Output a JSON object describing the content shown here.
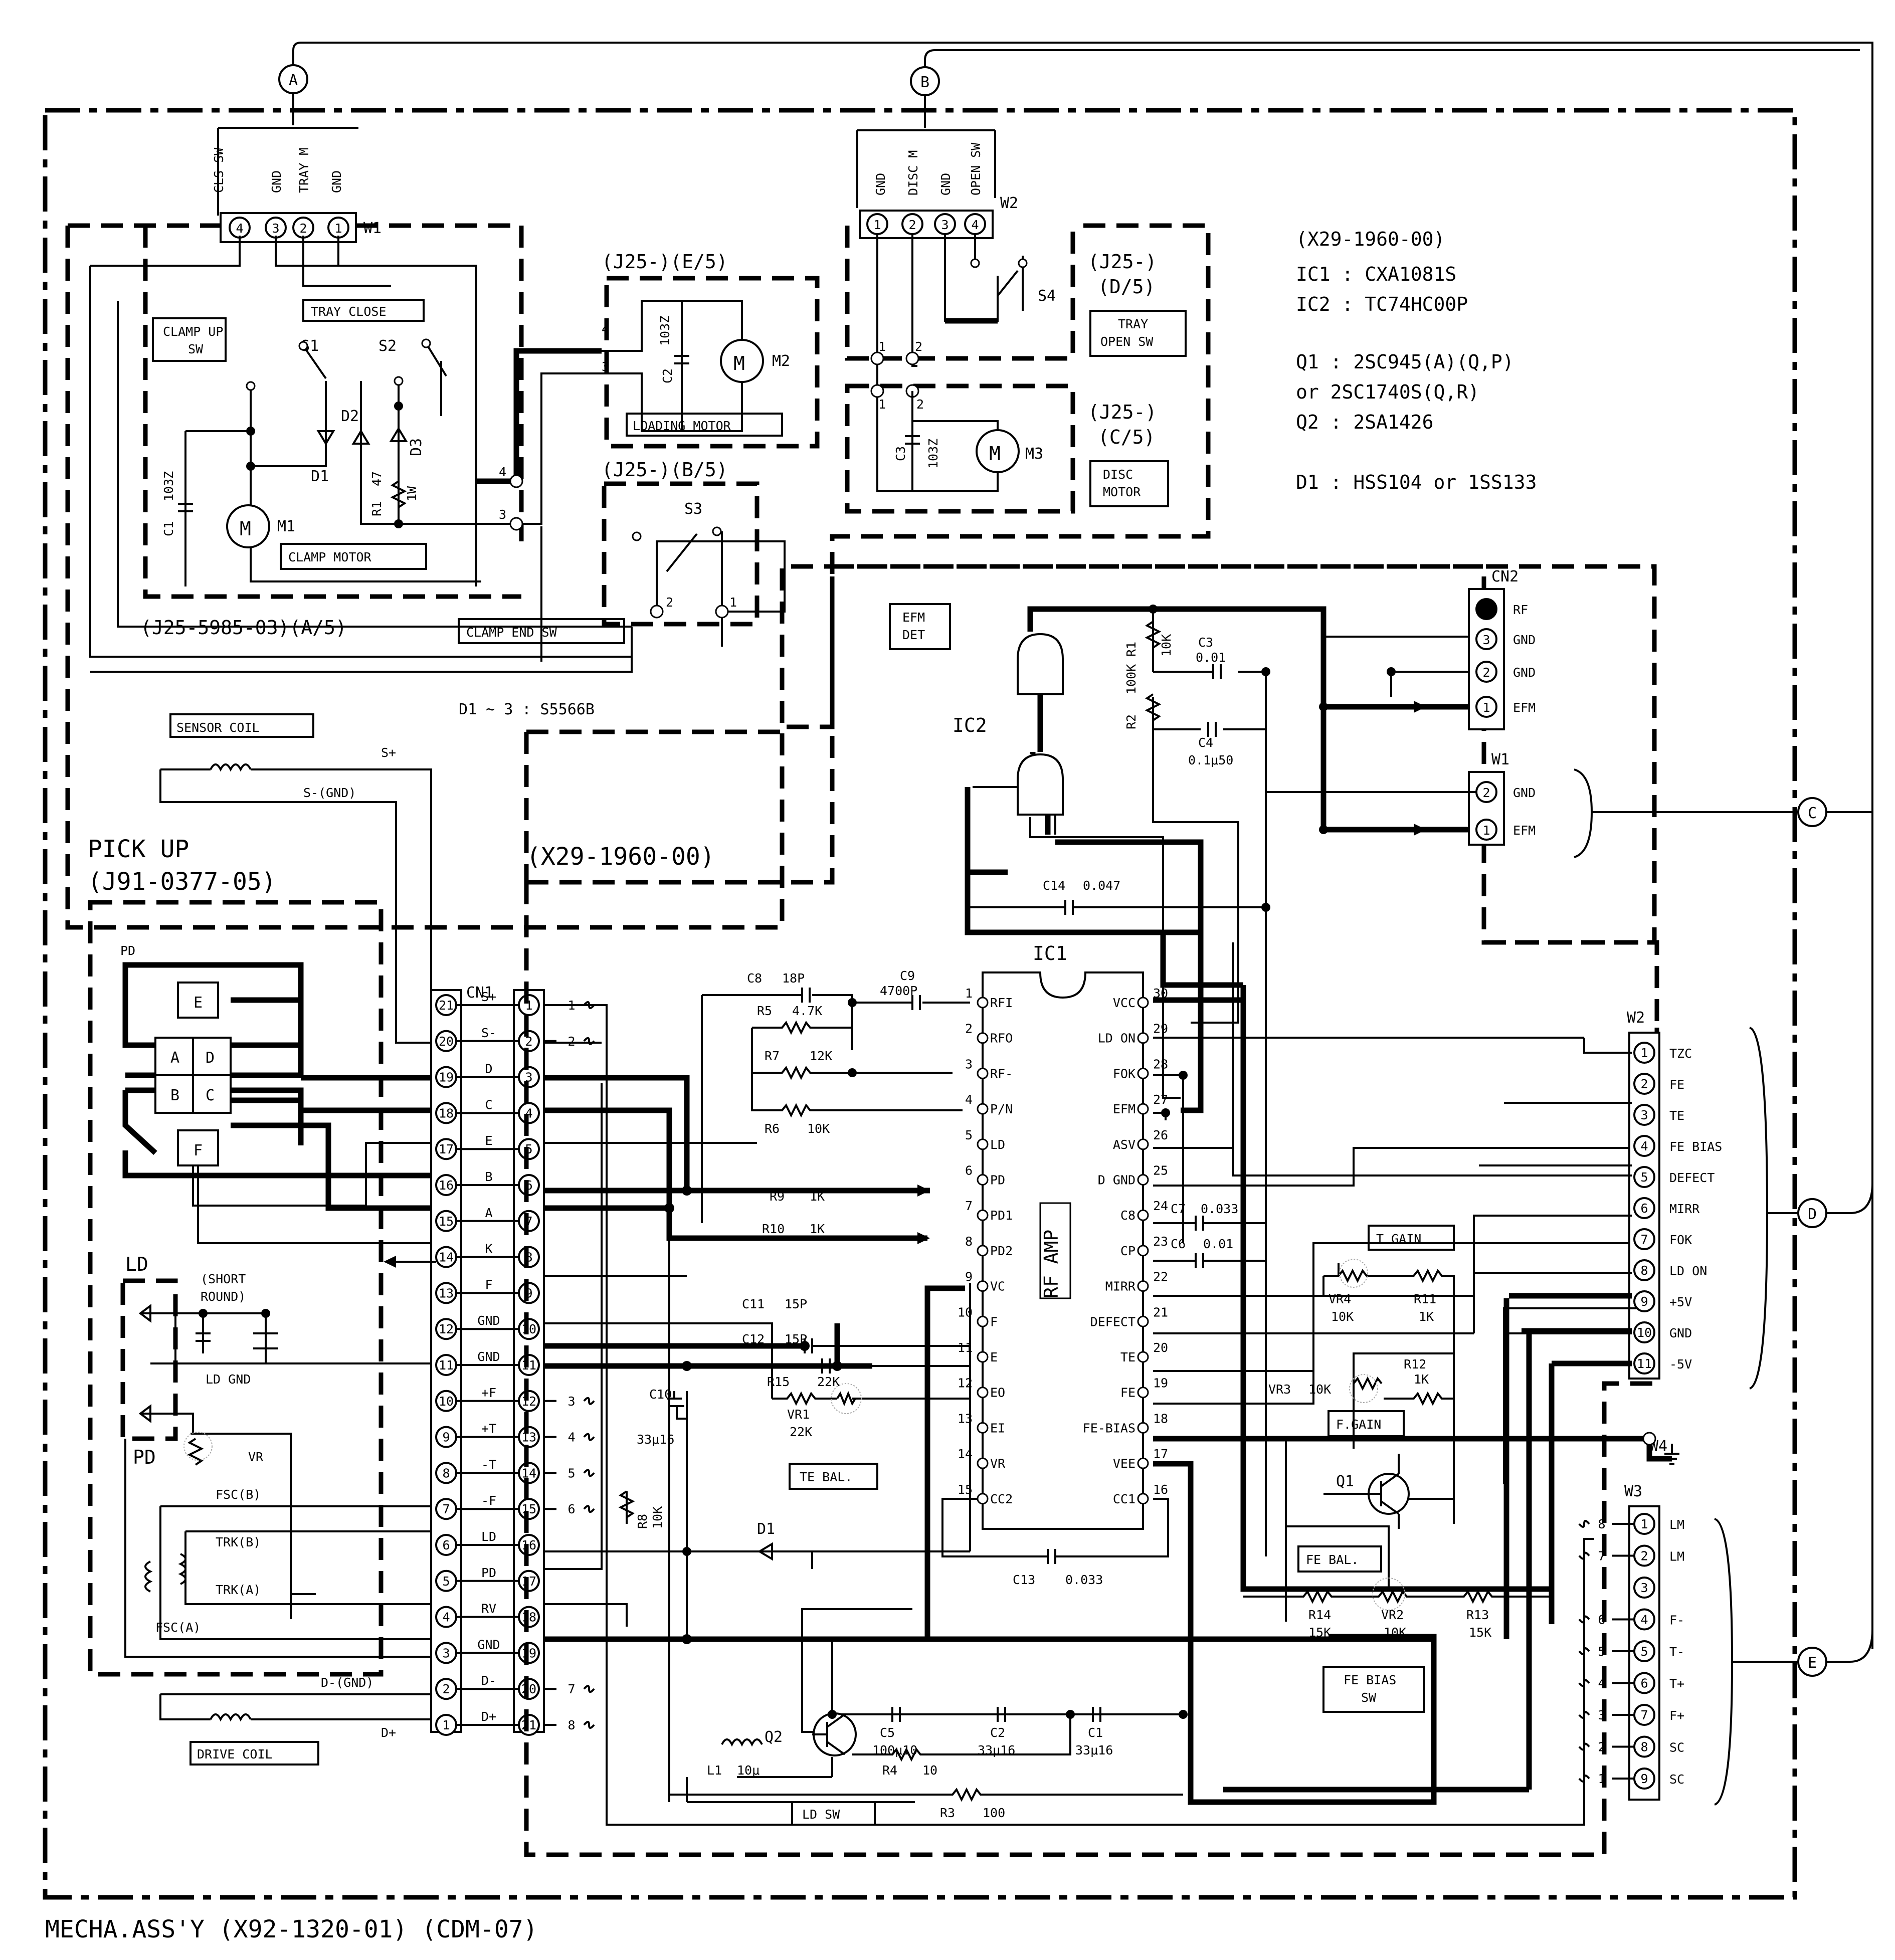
{
  "footer": {
    "assembly": "MECHA.ASS'Y (X92-1320-01) (CDM-07)"
  },
  "connectors_offpage": [
    "A",
    "B",
    "C",
    "D",
    "E"
  ],
  "top_left": {
    "w1_header": [
      "CLS SW",
      "GND",
      "TRAY M",
      "GND"
    ],
    "w1_pins": [
      "4",
      "3",
      "2",
      "1"
    ],
    "w1_name": "W1",
    "clamp_up": [
      "CLAMP UP",
      "SW"
    ],
    "tray_close": "TRAY CLOSE",
    "s1": "S1",
    "s2": "S2",
    "s3": "S3",
    "d1": "D1",
    "d2": "D2",
    "d3": "D3",
    "c1": "C1",
    "c1v": "103Z",
    "m1": "M1",
    "r1": "R1",
    "r1v": "47",
    "r1w": "1W",
    "clamp_motor": "CLAMP MOTOR",
    "clamp_part": "(J25-5985-03)(A/5)",
    "clamp_end": "CLAMP END SW",
    "node4": "4",
    "node3": "3",
    "loading_part": "(J25-)(E/5)",
    "c2": "C2",
    "c2v": "103Z",
    "m2": "M2",
    "loading_motor": "LOADING MOTOR",
    "s3_part": "(J25-)(B/5)",
    "s3_n2": "2",
    "s3_n1": "1",
    "diode_note": "D1 ~ 3 : S5566B"
  },
  "top_mid": {
    "w2_header": [
      "GND",
      "DISC M",
      "GND",
      "OPEN SW"
    ],
    "w2_pins": [
      "1",
      "2",
      "3",
      "4"
    ],
    "w2_name": "W2",
    "s4": "S4",
    "tray_open_part": "(J25-)",
    "tray_open_part2": "(D/5)",
    "tray_open": [
      "TRAY",
      "OPEN SW"
    ],
    "disc_part": "(J25-)",
    "disc_part2": "(C/5)",
    "c3": "C3",
    "c3v": "103Z",
    "m3": "M3",
    "disc_motor": [
      "DISC",
      "MOTOR"
    ],
    "n1": "1",
    "n2": "2",
    "n3": "1",
    "n4": "2"
  },
  "parts_list": [
    "(X29-1960-00)",
    "IC1 : CXA1081S",
    "IC2 : TC74HC00P",
    "Q1  : 2SC945(A)(Q,P)",
    "  or 2SC1740S(Q,R)",
    "Q2  : 2SA1426",
    "D1  : HSS104 or 1SS133"
  ],
  "efm": {
    "efm_det": [
      "EFM",
      "DET"
    ],
    "ic2": "IC2",
    "r1": "R1",
    "r1v": "10K",
    "r2": "R2",
    "r2v": "100K",
    "c3": "C3",
    "c3v": "0.01",
    "c4": "C4",
    "c4v": "0.1μ50",
    "cn2": "CN2",
    "cn2_pins": [
      {
        "n": "",
        "l": "RF"
      },
      {
        "n": "3",
        "l": "GND"
      },
      {
        "n": "2",
        "l": "GND"
      },
      {
        "n": "1",
        "l": "EFM"
      }
    ],
    "w1": "W1",
    "w1_pins": [
      {
        "n": "2",
        "l": "GND"
      },
      {
        "n": "1",
        "l": "EFM"
      }
    ],
    "c14": "C14",
    "c14v": "0.047"
  },
  "pickup": {
    "sensor_coil": "SENSOR COIL",
    "s_plus": "S+",
    "s_minus": "S-(GND)",
    "title1": "PICK UP",
    "title2": "(J91-0377-05)",
    "pd": "PD",
    "cells": [
      "E",
      "A",
      "D",
      "B",
      "C",
      "F"
    ],
    "ld": "LD",
    "short_round": [
      "(SHORT",
      "ROUND)"
    ],
    "ld_gnd": "LD GND",
    "pd2": "PD",
    "vr": "VR",
    "fsc_b": "FSC(B)",
    "trk_b": "TRK(B)",
    "trk_a": "TRK(A)",
    "fsc_a": "FSC(A)",
    "d_gnd": "D-(GND)",
    "d_plus": "D+",
    "drive_coil": "DRIVE COIL"
  },
  "cn1": {
    "name": "CN1",
    "pins": [
      "21",
      "20",
      "19",
      "18",
      "17",
      "16",
      "15",
      "14",
      "13",
      "12",
      "11",
      "10",
      "9",
      "8",
      "7",
      "6",
      "5",
      "4",
      "3",
      "2",
      "1"
    ],
    "signals": [
      "S+",
      "S-",
      "D",
      "C",
      "E",
      "B",
      "A",
      "K",
      "F",
      "GND",
      "GND",
      "+F",
      "+T",
      "-T",
      "-F",
      "LD",
      "PD",
      "RV",
      "GND",
      "D-",
      "D+"
    ],
    "right": [
      "1",
      "2",
      "3",
      "4",
      "5",
      "6",
      "7",
      "8",
      "9",
      "10",
      "11",
      "12",
      "13",
      "14",
      "15",
      "16",
      "17",
      "18",
      "19",
      "20",
      "21"
    ],
    "ext": [
      "1",
      "2",
      "",
      "",
      "",
      "",
      "",
      "",
      "",
      "",
      "",
      "3",
      "4",
      "5",
      "6",
      "",
      "",
      "",
      "",
      "7",
      "8"
    ]
  },
  "board_label": "(X29-1960-00)",
  "ic1": {
    "name": "IC1",
    "core": "RF AMP",
    "left": [
      {
        "n": "1",
        "l": "RFI"
      },
      {
        "n": "2",
        "l": "RFO"
      },
      {
        "n": "3",
        "l": "RF-"
      },
      {
        "n": "4",
        "l": "P/N"
      },
      {
        "n": "5",
        "l": "LD"
      },
      {
        "n": "6",
        "l": "PD"
      },
      {
        "n": "7",
        "l": "PD1"
      },
      {
        "n": "8",
        "l": "PD2"
      },
      {
        "n": "9",
        "l": "VC"
      },
      {
        "n": "10",
        "l": "F"
      },
      {
        "n": "11",
        "l": "E"
      },
      {
        "n": "12",
        "l": "EO"
      },
      {
        "n": "13",
        "l": "EI"
      },
      {
        "n": "14",
        "l": "VR"
      },
      {
        "n": "15",
        "l": "CC2"
      }
    ],
    "right": [
      {
        "n": "30",
        "l": "VCC"
      },
      {
        "n": "29",
        "l": "LD ON"
      },
      {
        "n": "28",
        "l": "FOK"
      },
      {
        "n": "27",
        "l": "EFM"
      },
      {
        "n": "26",
        "l": "ASV"
      },
      {
        "n": "25",
        "l": "D GND"
      },
      {
        "n": "24",
        "l": "C8"
      },
      {
        "n": "23",
        "l": "CP"
      },
      {
        "n": "22",
        "l": "MIRR"
      },
      {
        "n": "21",
        "l": "DEFECT"
      },
      {
        "n": "20",
        "l": "TE"
      },
      {
        "n": "19",
        "l": "FE"
      },
      {
        "n": "18",
        "l": "FE-BIAS"
      },
      {
        "n": "17",
        "l": "VEE"
      },
      {
        "n": "16",
        "l": "CC1"
      }
    ]
  },
  "passives": {
    "c8": "C8",
    "c8v": "18P",
    "r5": "R5",
    "r5v": "4.7K",
    "c9": "C9",
    "c9v": "4700P",
    "r7": "R7",
    "r7v": "12K",
    "r6": "R6",
    "r6v": "10K",
    "r9": "R9",
    "r9v": "1K",
    "r10": "R10",
    "r10v": "1K",
    "c11": "C11",
    "c11v": "15P",
    "c12": "C12",
    "c12v": "15P",
    "r15": "R15",
    "r15v": "22K",
    "vr1": "VR1",
    "vr1v": "22K",
    "c10": "C10",
    "c10v": "33μ16",
    "r8": "R8",
    "r8v": "10K",
    "te_bal": "TE BAL.",
    "d1": "D1",
    "c13": "C13",
    "c13v": "0.033",
    "c7": "C7",
    "c7v": "0.033",
    "c6": "C6",
    "c6v": "0.01",
    "t_gain": "T GAIN",
    "vr4": "VR4",
    "vr4v": "10K",
    "r11": "R11",
    "r11v": "1K",
    "vr3": "VR3",
    "vr3v": "10K",
    "r12": "R12",
    "r12v": "1K",
    "f_gain": "F.GAIN",
    "q1": "Q1",
    "fe_bal": "FE BAL.",
    "r14": "R14",
    "r14v": "15K",
    "vr2": "VR2",
    "vr2v": "10K",
    "r13": "R13",
    "r13v": "15K",
    "fe_bias_sw": [
      "FE BIAS",
      "SW"
    ],
    "q2": "Q2",
    "c5": "C5",
    "c5v": "100μ10",
    "c2": "C2",
    "c2v": "33μ16",
    "c1": "C1",
    "c1v": "33μ16",
    "l1": "L1",
    "l1v": "10μ",
    "r4": "R4",
    "r4v": "10",
    "r3": "R3",
    "r3v": "100",
    "ld_sw": "LD SW"
  },
  "w2": {
    "name": "W2",
    "pins": [
      {
        "n": "1",
        "l": "TZC"
      },
      {
        "n": "2",
        "l": "FE"
      },
      {
        "n": "3",
        "l": "TE"
      },
      {
        "n": "4",
        "l": "FE BIAS"
      },
      {
        "n": "5",
        "l": "DEFECT"
      },
      {
        "n": "6",
        "l": "MIRR"
      },
      {
        "n": "7",
        "l": "FOK"
      },
      {
        "n": "8",
        "l": "LD ON"
      },
      {
        "n": "9",
        "l": "+5V"
      },
      {
        "n": "10",
        "l": "GND"
      },
      {
        "n": "11",
        "l": "-5V"
      }
    ]
  },
  "w4": "W4",
  "w3": {
    "name": "W3",
    "pins": [
      {
        "n": "1",
        "l": "LM",
        "e": "8"
      },
      {
        "n": "2",
        "l": "LM",
        "e": "7"
      },
      {
        "n": "3",
        "l": "",
        "e": ""
      },
      {
        "n": "4",
        "l": "F-",
        "e": "6"
      },
      {
        "n": "5",
        "l": "T-",
        "e": "5"
      },
      {
        "n": "6",
        "l": "T+",
        "e": "4"
      },
      {
        "n": "7",
        "l": "F+",
        "e": "3"
      },
      {
        "n": "8",
        "l": "SC",
        "e": "2"
      },
      {
        "n": "9",
        "l": "SC",
        "e": "1"
      }
    ]
  }
}
